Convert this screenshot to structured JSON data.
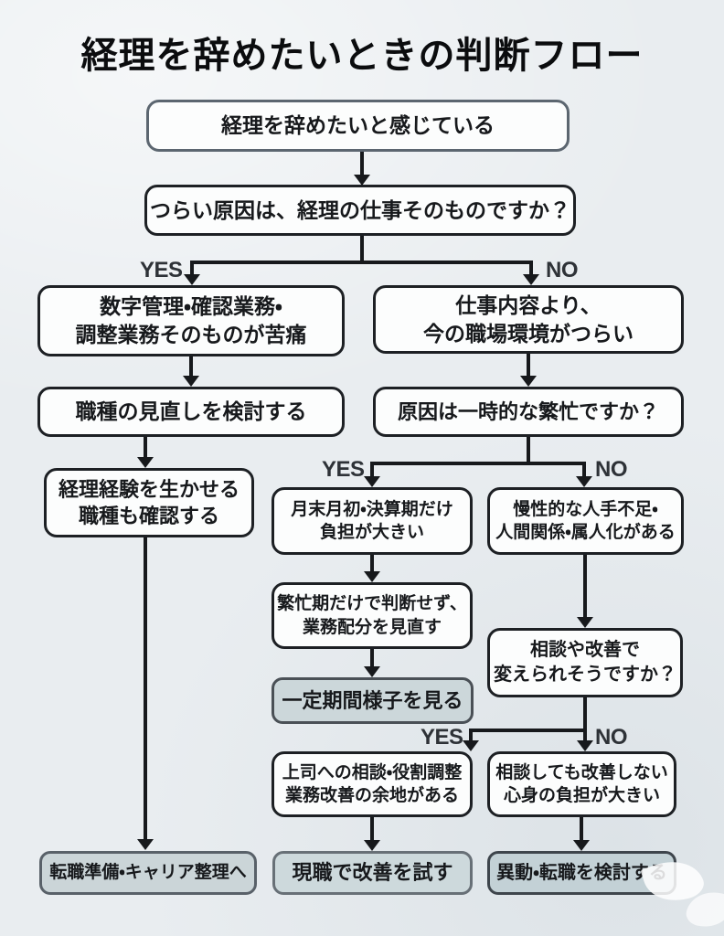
{
  "title": "経理を辞めたいときの判断フロー",
  "labels": {
    "yes": "YES",
    "no": "NO"
  },
  "colors": {
    "bg": "#e9edf0",
    "ink": "#17191c",
    "box-fill": "#fcfdfd",
    "box-border": "#1d2024",
    "start-border": "#5c6670",
    "label": "#2e3237",
    "shade-a-fill": "#ccd7da",
    "shade-a-border": "#4a5056",
    "shade-b-fill": "#cdd9dc",
    "shade-b-border": "#687077",
    "shade-c-fill": "#c3d1d6",
    "shade-c-border": "#3e454c",
    "shade-d-fill": "#cbd5d8",
    "shade-d-border": "#596169"
  },
  "nodes": {
    "start": {
      "text": "経理を辞めたいと感じている"
    },
    "q_job_itself": {
      "text": "つらい原因は、経理の仕事そのものですか？"
    },
    "pain": {
      "line1": "数字管理・確認業務・",
      "line2": "調整業務そのものが苦痛"
    },
    "env": {
      "line1": "仕事内容より、",
      "line2": "今の職場環境がつらい"
    },
    "reconsider": {
      "text": "職種の見直しを検討する"
    },
    "q_temporary_busy": {
      "text": "原因は一時的な繁忙ですか？"
    },
    "experience": {
      "line1": "経理経験を生かせる",
      "line2": "職種も確認する"
    },
    "busy_period": {
      "line1": "月末月初・決算期だけ",
      "line2": "負担が大きい"
    },
    "chronic": {
      "line1": "慢性的な人手不足・",
      "line2": "人間関係・属人化がある"
    },
    "judge_later": {
      "line1": "繁忙期だけで判断せず、",
      "line2": "業務配分を見直す"
    },
    "observe": {
      "text": "一定期間様子を見る"
    },
    "q_changeable": {
      "line1": "相談や改善で",
      "line2": "変えられそうですか？"
    },
    "consult": {
      "line1": "上司への相談・役割調整",
      "line2": "業務改善の余地がある"
    },
    "no_improve": {
      "line1": "相談しても改善しない",
      "line2": "心身の負担が大きい"
    },
    "improve_current": {
      "text": "現職で改善を試す"
    },
    "transfer": {
      "text": "異動・転職を検討する"
    },
    "career_prep": {
      "text": "転職準備・キャリア整理へ"
    }
  }
}
